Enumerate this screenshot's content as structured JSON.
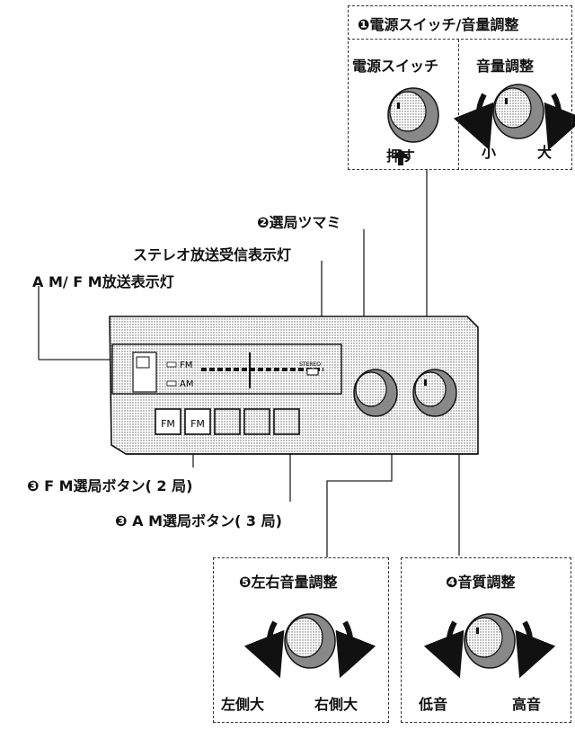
{
  "power_volume_panel": {
    "title": "❶電源スイッチ/音量調整",
    "power_switch": {
      "label": "電源スイッチ",
      "action": "押す"
    },
    "volume": {
      "label": "音量調整",
      "left": "小",
      "right": "大"
    }
  },
  "callouts": {
    "tuning_knob": "❷選局ツマミ",
    "stereo_indicator": "ステレオ放送受信表示灯",
    "band_indicator": "A M/ F M放送表示灯",
    "fm_buttons": "❸ F M選局ボタン( 2 局)",
    "am_buttons": "❸ A M選局ボタン( 3 局)"
  },
  "radio": {
    "band_fm": "FM",
    "band_am": "AM",
    "stereo": "STEREO",
    "preset_buttons": [
      "FM",
      "FM",
      "",
      "",
      ""
    ]
  },
  "balance_panel": {
    "title": "❺左右音量調整",
    "left": "左側大",
    "right": "右側大"
  },
  "tone_panel": {
    "title": "❹音質調整",
    "left": "低音",
    "right": "高音"
  }
}
